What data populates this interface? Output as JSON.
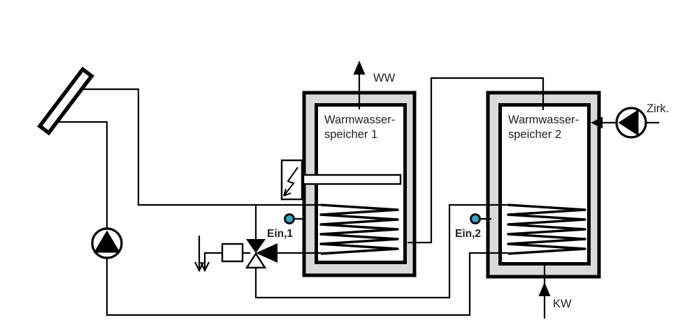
{
  "diagram": {
    "type": "hydraulic-schematic",
    "labels": {
      "ww": "WW",
      "kw": "KW",
      "zirk": "Zirk.",
      "ein1": "Ein,1",
      "ein2": "Ein,2"
    },
    "tanks": [
      {
        "name": "Warmwasserspeicher 1",
        "label_line1": "Warmwasser-",
        "label_line2": "speicher 1"
      },
      {
        "name": "Warmwasserspeicher 2",
        "label_line1": "Warmwasser-",
        "label_line2": "speicher 2"
      }
    ],
    "icons": [
      "solar-collector-icon",
      "pump-icon",
      "circulation-pump-icon",
      "three-way-valve-icon",
      "valve-actuator-icon",
      "drain-arrow-icon",
      "electric-heater-lightning-icon",
      "heating-element-icon",
      "heat-exchanger-coil-icon",
      "flow-arrow-icon",
      "sensor-dot-icon"
    ],
    "colors": {
      "pipe": "#000000",
      "tank_insulation": "#d9d9d9",
      "tank_interior": "#ffffff",
      "sensor_dot": "#2fa7c9",
      "text": "#1f1f1f",
      "background": "#ffffff"
    }
  }
}
